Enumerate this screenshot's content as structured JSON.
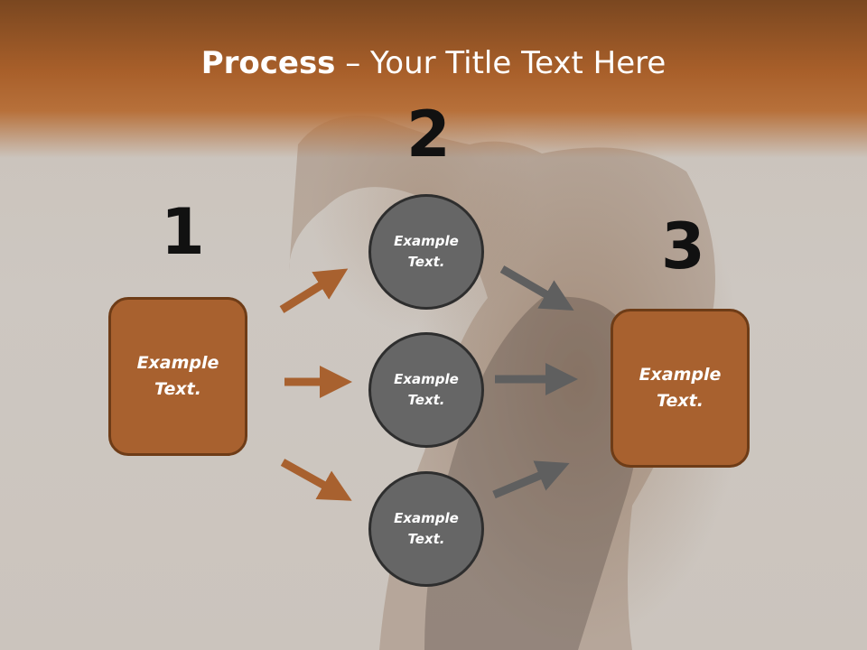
{
  "title": {
    "bold": "Process",
    "rest": " – Your Title Text Here"
  },
  "steps": [
    {
      "number": "1"
    },
    {
      "number": "2"
    },
    {
      "number": "3"
    }
  ],
  "left_box": {
    "text": "Example\nText."
  },
  "circles": [
    {
      "text": "Example\nText."
    },
    {
      "text": "Example\nText."
    },
    {
      "text": "Example\nText."
    }
  ],
  "right_box": {
    "text": "Example\nText."
  },
  "colors": {
    "orange": "#a8612f",
    "orange_dark": "#6e3c17",
    "gray": "#666666",
    "gray_dark": "#2e2e2e"
  }
}
